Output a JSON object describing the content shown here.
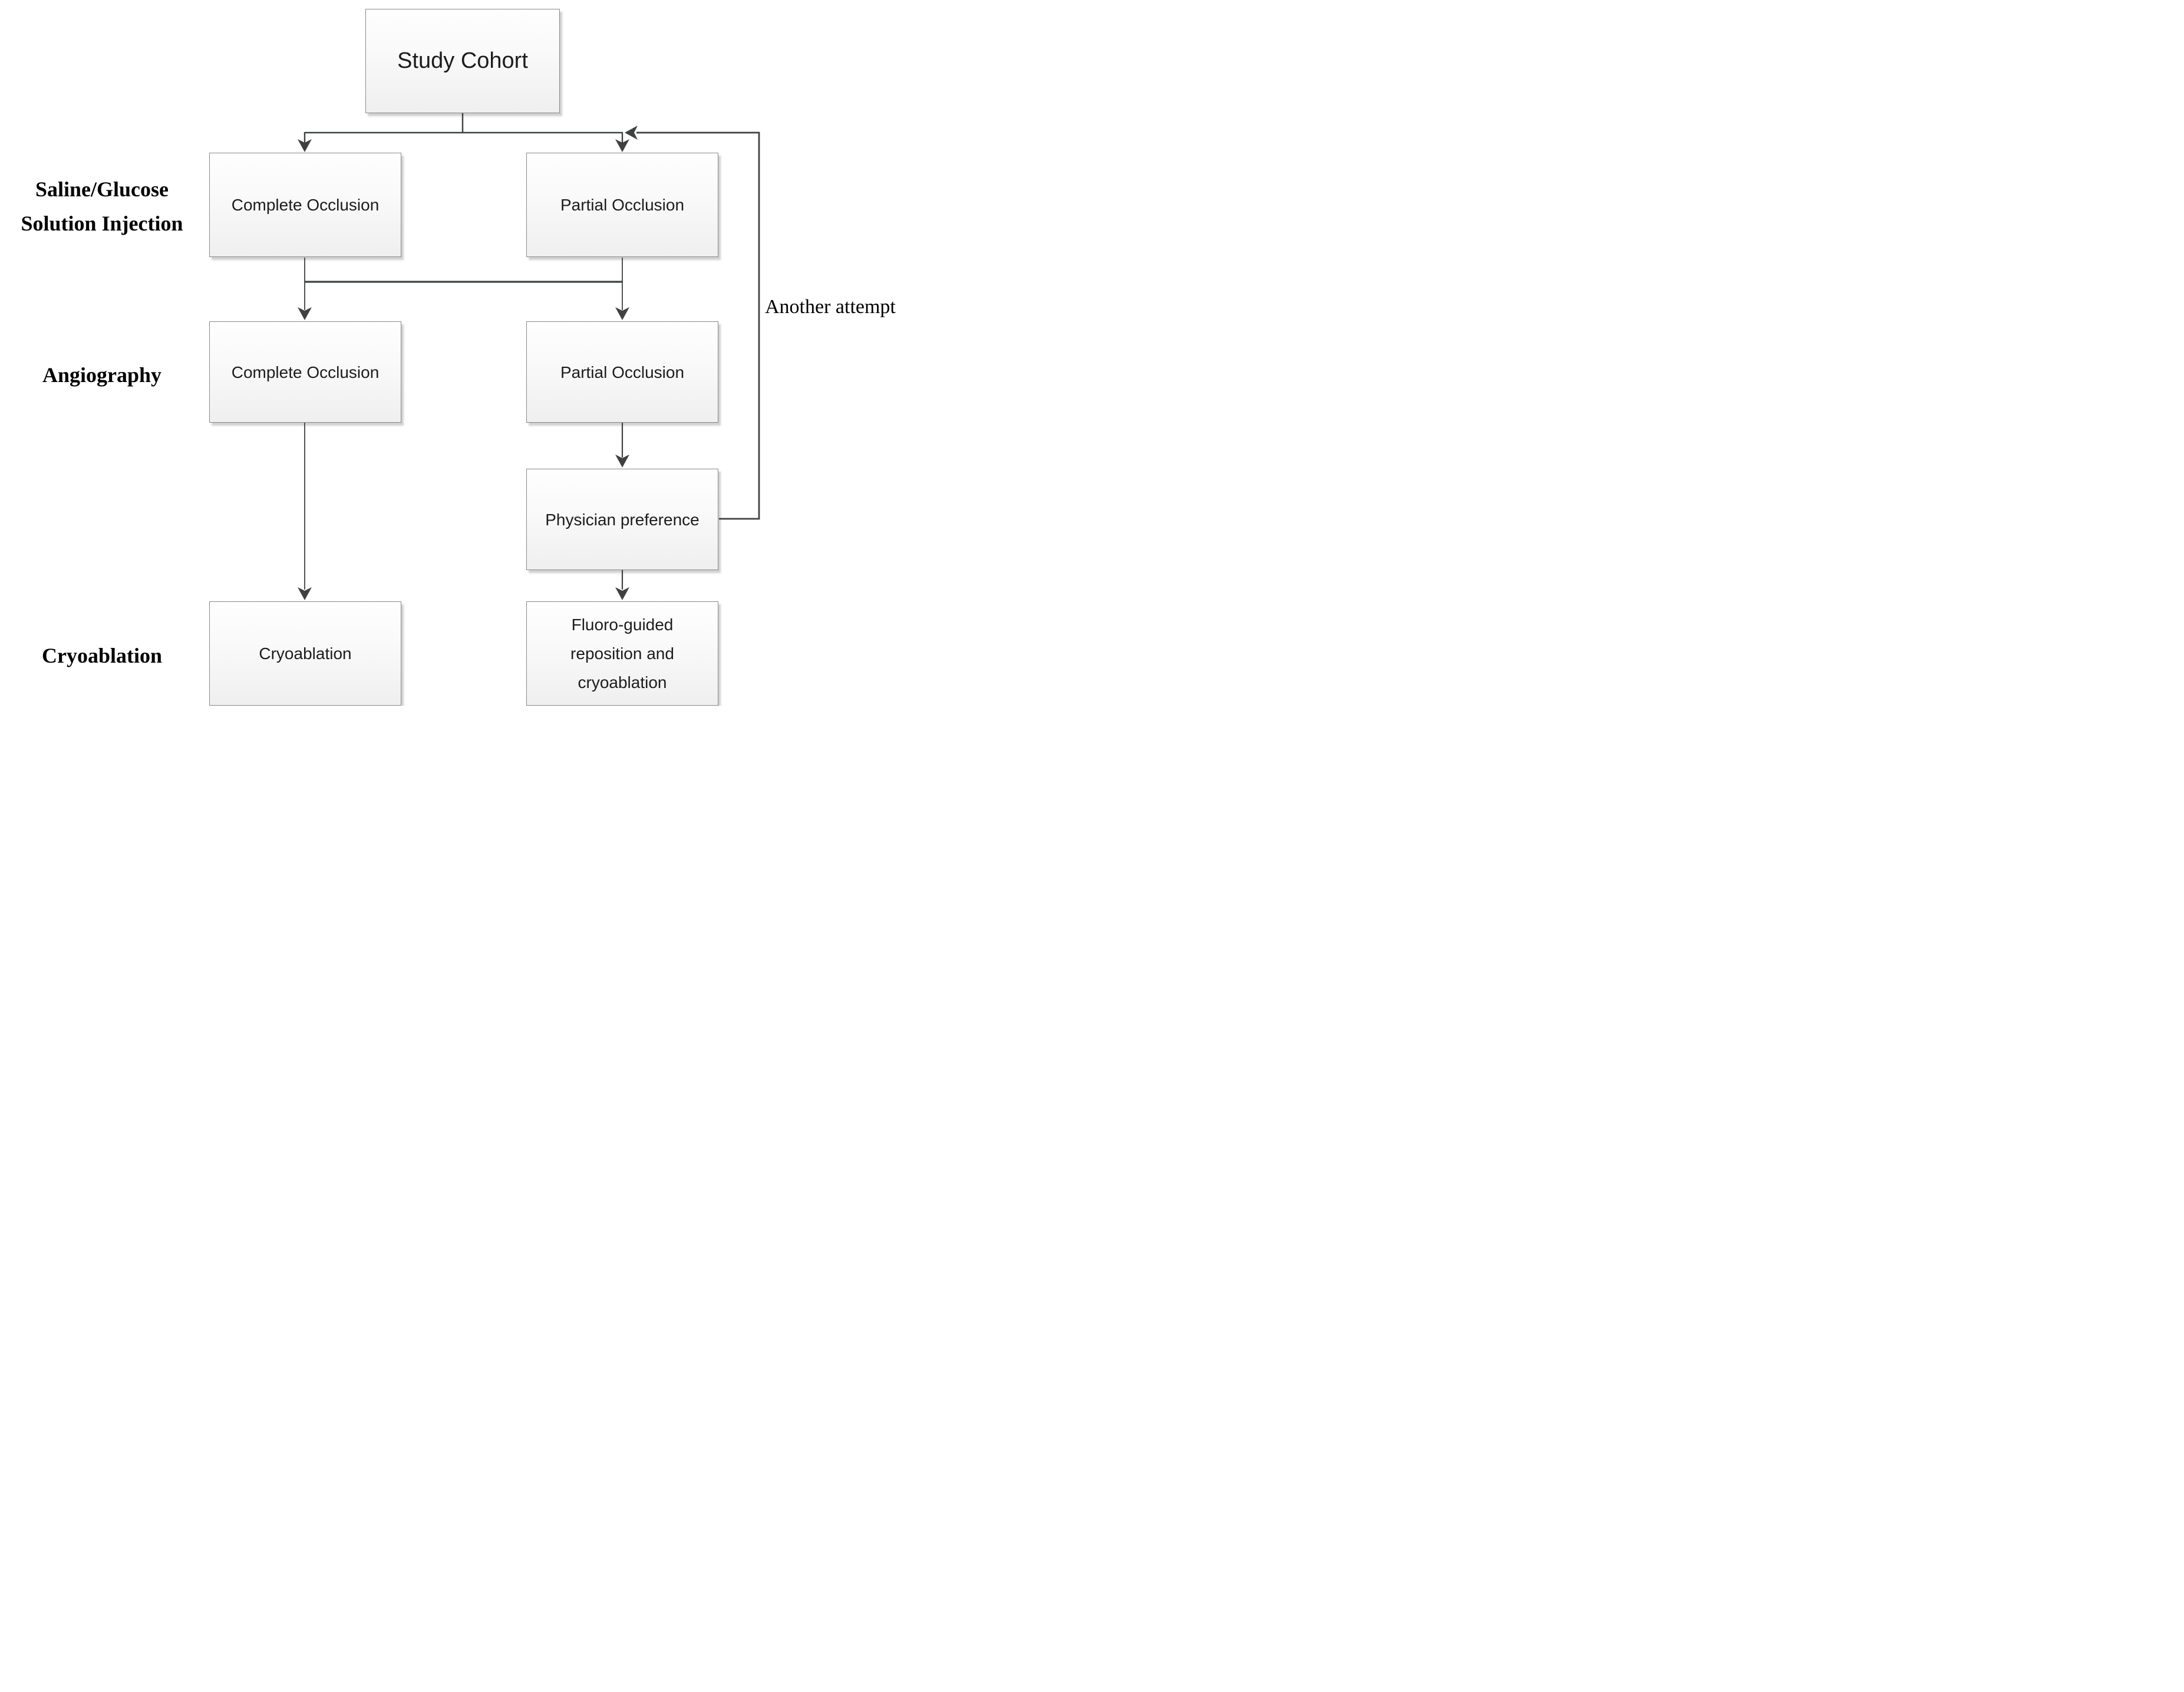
{
  "diagram": {
    "nodes": {
      "study_cohort": {
        "label": "Study Cohort"
      },
      "injection_complete": {
        "label": "Complete Occlusion"
      },
      "injection_partial": {
        "label": "Partial Occlusion"
      },
      "angiography_complete": {
        "label": "Complete Occlusion"
      },
      "angiography_partial": {
        "label": "Partial Occlusion"
      },
      "physician_preference": {
        "label": "Physician preference"
      },
      "cryoablation": {
        "label": "Cryoablation"
      },
      "fluoro_guided_reposition": {
        "label": "Fluoro-guided reposition and cryoablation"
      }
    },
    "row_labels": {
      "injection": "Saline/Glucose Solution Injection",
      "angiography": "Angiography",
      "cryoablation": "Cryoablation"
    },
    "annotations": {
      "feedback_loop": "Another attempt"
    },
    "colors": {
      "connector_line": "#3f4040",
      "arrowhead": "#3f4040",
      "box_border": "#8a8a8a",
      "box_fill_top": "#fefefe",
      "box_fill_bottom": "#efefef",
      "box_text": "#1c1c1c",
      "label_text": "#000000",
      "background": "#ffffff"
    }
  }
}
